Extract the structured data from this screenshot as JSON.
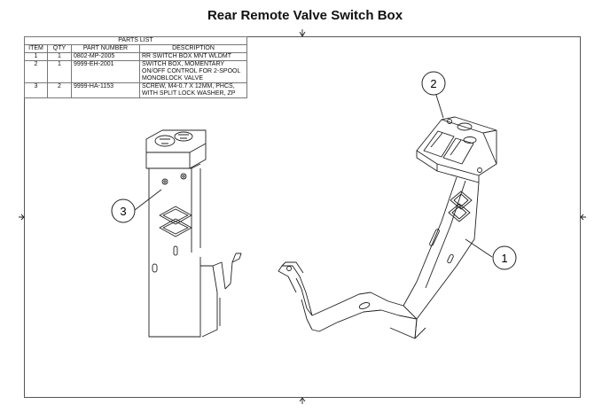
{
  "title": "Rear Remote Valve Switch Box",
  "parts_list": {
    "caption": "PARTS LIST",
    "headers": [
      "ITEM",
      "QTY",
      "PART NUMBER",
      "DESCRIPTION"
    ],
    "rows": [
      {
        "item": "1",
        "qty": "1",
        "part_number": "0802-MP-2005",
        "description": [
          "RR SWITCH BOX MNT WLDMT"
        ]
      },
      {
        "item": "2",
        "qty": "1",
        "part_number": "9999-EH-2001",
        "description": [
          "SWITCH BOX, MOMENTARY",
          "ON/OFF CONTROL FOR 2-SPOOL",
          "MONOBLOCK VALVE"
        ]
      },
      {
        "item": "3",
        "qty": "2",
        "part_number": "9999-HA-1153",
        "description": [
          "SCREW, M4-0.7 X 12MM, PHCS,",
          "WITH SPLIT LOCK WASHER, ZP"
        ]
      }
    ]
  },
  "callouts": [
    "1",
    "2",
    "3"
  ]
}
